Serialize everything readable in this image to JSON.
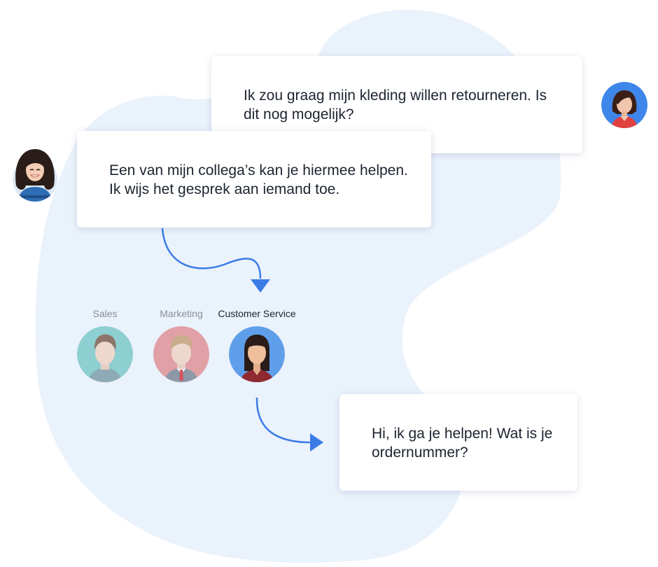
{
  "messages": [
    {
      "text": "Ik zou graag mijn kleding willen retourneren. Is dit nog mogelijk?"
    },
    {
      "text": "Een van mijn collega’s kan je hiermee helpen. Ik wijs het gesprek aan iemand toe."
    },
    {
      "text": "Hi, ik ga je helpen! Wat is je ordernummer?"
    }
  ],
  "departments": [
    {
      "label": "Sales",
      "active": false
    },
    {
      "label": "Marketing",
      "active": false
    },
    {
      "label": "Customer Service",
      "active": true
    }
  ],
  "colors": {
    "blob": "#eaf2fc",
    "arrow": "#3b7be6",
    "customer_avatar_bg": "#3f86ea",
    "sales_avatar_bg": "#8ecfd1",
    "marketing_avatar_bg": "#e1a0a6",
    "service_avatar_bg": "#5f9fea"
  },
  "icons": {
    "customer": "woman-avatar-icon",
    "agent": "woman-avatar-icon",
    "sales": "man-avatar-icon",
    "marketing": "man-with-tie-avatar-icon",
    "service": "woman-avatar-icon",
    "arrow": "curved-arrow-icon"
  }
}
